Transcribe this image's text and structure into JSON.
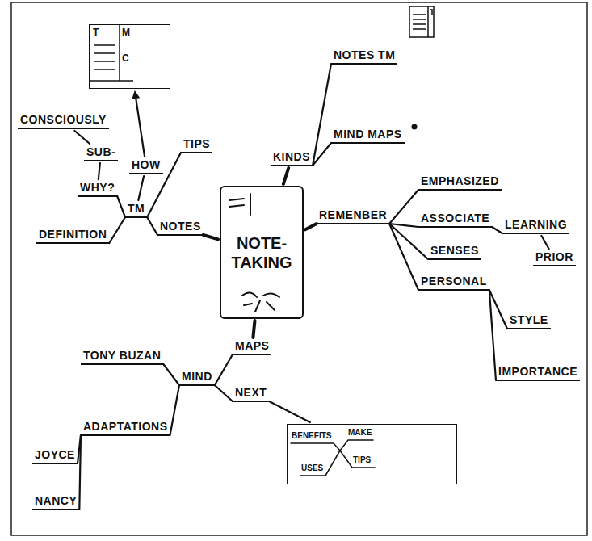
{
  "diagram": {
    "nodes": [
      {
        "text": [
          "NOTE- TAKING"
        ]
      },
      {
        "text": [
          "NOTES"
        ]
      },
      {
        "text": [
          "TM"
        ]
      },
      {
        "text": [
          "DEFINITION"
        ]
      },
      {
        "text": [
          "WHY?"
        ]
      },
      {
        "text": [
          "SUB-"
        ]
      },
      {
        "text": [
          "CONSCIOUSLY"
        ]
      },
      {
        "text": [
          "HOW"
        ]
      },
      {
        "text": [
          "TIPS"
        ]
      },
      {
        "text": [
          "T",
          "M",
          "C"
        ]
      },
      {
        "text": [
          "KINDS"
        ]
      },
      {
        "text": [
          "NOTES TM"
        ]
      },
      {
        "text": [
          "MIND MAPS"
        ]
      },
      {
        "text": [
          "REMENBER"
        ]
      },
      {
        "text": [
          "EMPHASIZED"
        ]
      },
      {
        "text": [
          "ASSOCIATE"
        ]
      },
      {
        "text": [
          "LEARNING"
        ]
      },
      {
        "text": [
          "PRIOR"
        ]
      },
      {
        "text": [
          "SENSES"
        ]
      },
      {
        "text": [
          "PERSONAL"
        ]
      },
      {
        "text": [
          "STYLE"
        ]
      },
      {
        "text": [
          "IMPORTANCE"
        ]
      },
      {
        "text": [
          "MAPS"
        ]
      },
      {
        "text": [
          "MIND"
        ]
      },
      {
        "text": [
          "TONY BUZAN"
        ]
      },
      {
        "text": [
          "NEXT"
        ]
      },
      {
        "text": [
          "BENEFITS",
          "MAKE",
          "USES",
          "TIPS"
        ]
      },
      {
        "text": [
          "ADAPTATIONS"
        ]
      },
      {
        "text": [
          "JOYCE"
        ]
      },
      {
        "text": [
          "NANCY"
        ]
      }
    ],
    "edges": [
      {
        "from": 0,
        "to": 1,
        "arrow": "none"
      },
      {
        "from": 1,
        "to": 2,
        "arrow": "none"
      },
      {
        "from": 2,
        "to": 3,
        "arrow": "none"
      },
      {
        "from": 2,
        "to": 4,
        "arrow": "none"
      },
      {
        "from": 4,
        "to": 5,
        "arrow": "none"
      },
      {
        "from": 5,
        "to": 6,
        "arrow": "none"
      },
      {
        "from": 2,
        "to": 7,
        "arrow": "none"
      },
      {
        "from": 7,
        "to": 9,
        "arrow": "to"
      },
      {
        "from": 2,
        "to": 8,
        "arrow": "none"
      },
      {
        "from": 0,
        "to": 10,
        "arrow": "none"
      },
      {
        "from": 10,
        "to": 11,
        "arrow": "none"
      },
      {
        "from": 10,
        "to": 12,
        "arrow": "none"
      },
      {
        "from": 0,
        "to": 13,
        "arrow": "none"
      },
      {
        "from": 13,
        "to": 14,
        "arrow": "none"
      },
      {
        "from": 13,
        "to": 15,
        "arrow": "none"
      },
      {
        "from": 15,
        "to": 16,
        "arrow": "none"
      },
      {
        "from": 16,
        "to": 17,
        "arrow": "none"
      },
      {
        "from": 13,
        "to": 18,
        "arrow": "none"
      },
      {
        "from": 13,
        "to": 19,
        "arrow": "none"
      },
      {
        "from": 19,
        "to": 20,
        "arrow": "none"
      },
      {
        "from": 19,
        "to": 21,
        "arrow": "none"
      },
      {
        "from": 0,
        "to": 22,
        "arrow": "none"
      },
      {
        "from": 22,
        "to": 23,
        "arrow": "none"
      },
      {
        "from": 23,
        "to": 24,
        "arrow": "none"
      },
      {
        "from": 23,
        "to": 25,
        "arrow": "none"
      },
      {
        "from": 25,
        "to": 26,
        "arrow": "none"
      },
      {
        "from": 23,
        "to": 27,
        "arrow": "none"
      },
      {
        "from": 27,
        "to": 28,
        "arrow": "none"
      },
      {
        "from": 27,
        "to": 29,
        "arrow": "none"
      }
    ]
  }
}
